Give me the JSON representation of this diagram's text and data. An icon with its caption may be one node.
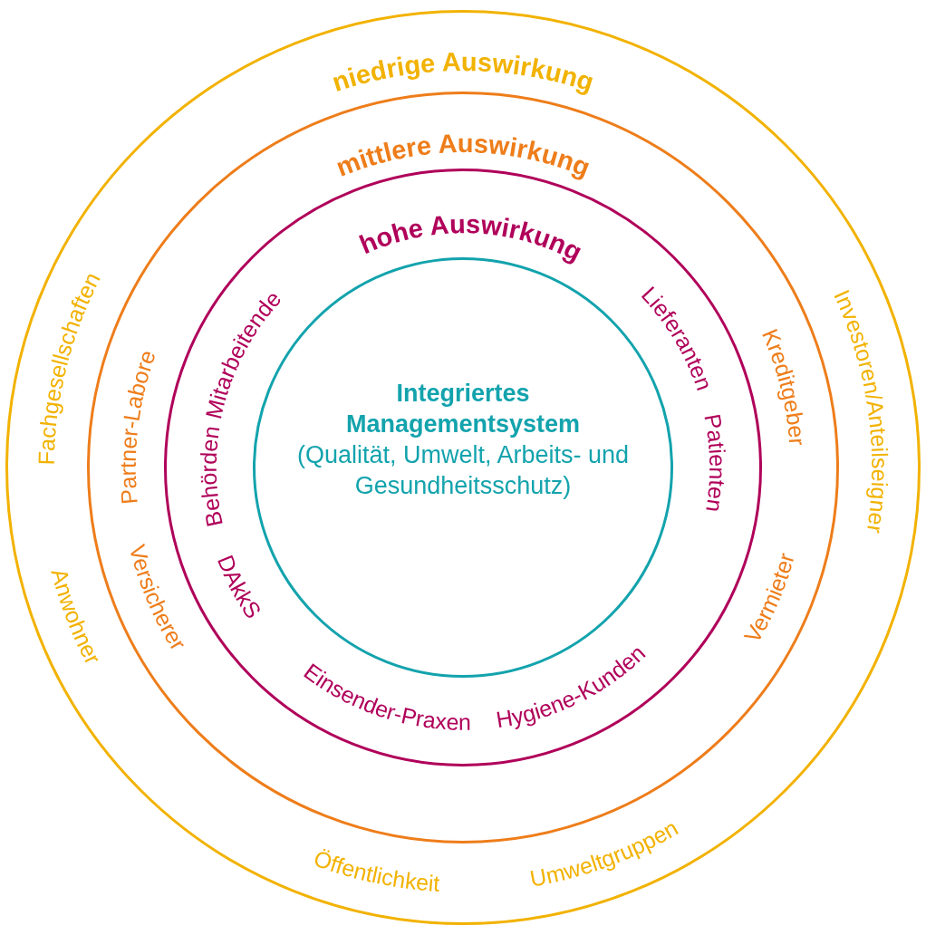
{
  "diagram": {
    "nodes": [
      {
        "text": [
          "niedrige Auswirkung",
          "Fachgesellschaften",
          "Investoren/Anteilseigner",
          "Anwohner",
          "Umweltgruppen",
          "Öffentlichkeit"
        ]
      },
      {
        "text": [
          "mittlere Auswirkung",
          "Partner-Labore",
          "Kreditgeber",
          "Versicherer",
          "Vermieter"
        ],
        "in": 0
      },
      {
        "text": [
          "hohe Auswirkung",
          "Mitarbeitende",
          "Lieferanten",
          "Behörden",
          "Patienten",
          "DAkkS",
          "Einsender-Praxen",
          "Hygiene-Kunden"
        ],
        "in": 1
      },
      {
        "text": [
          "Integriertes Managementsystem",
          "(Qualität, Umwelt, Arbeits- und Gesundheitsschutz)"
        ],
        "in": 2
      }
    ]
  }
}
